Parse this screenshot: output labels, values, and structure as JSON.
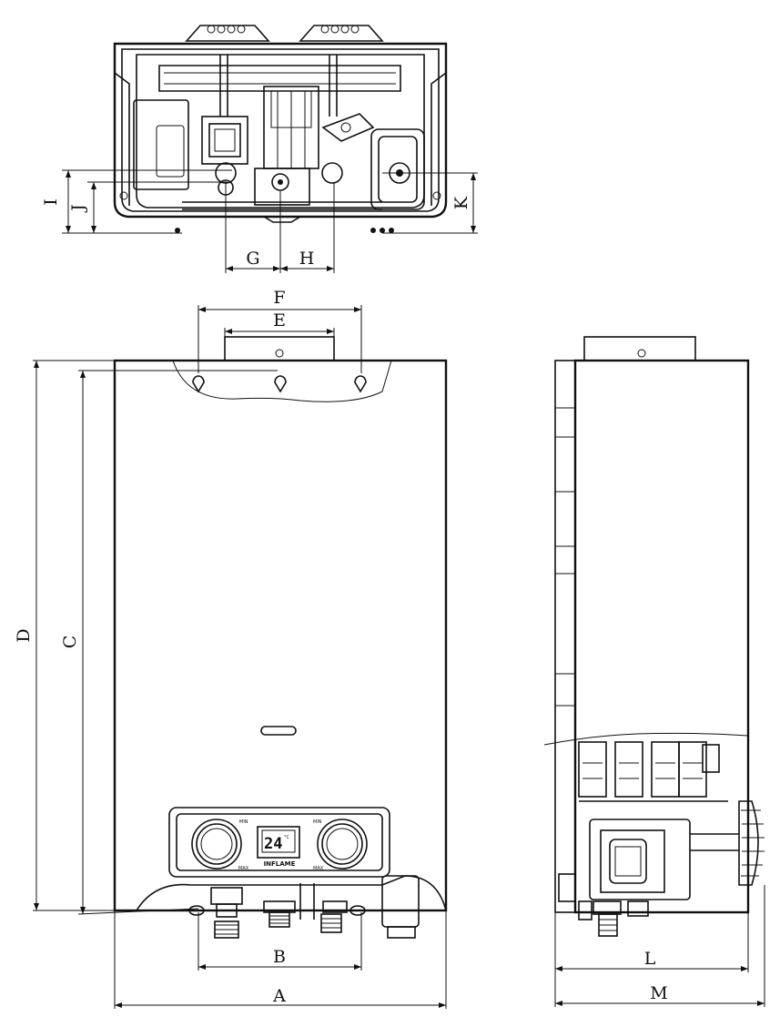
{
  "dimension_labels": {
    "A": "A",
    "B": "B",
    "C": "C",
    "D": "D",
    "E": "E",
    "F": "F",
    "G": "G",
    "H": "H",
    "I": "I",
    "J": "J",
    "K": "K",
    "L": "L",
    "M": "M"
  },
  "control_panel": {
    "knob_left_min": "MIN",
    "knob_left_max": "MAX",
    "knob_right_min": "MIN",
    "knob_right_max": "MAX",
    "display_value": "24",
    "display_unit": "°C",
    "brand": "INFLAME"
  }
}
